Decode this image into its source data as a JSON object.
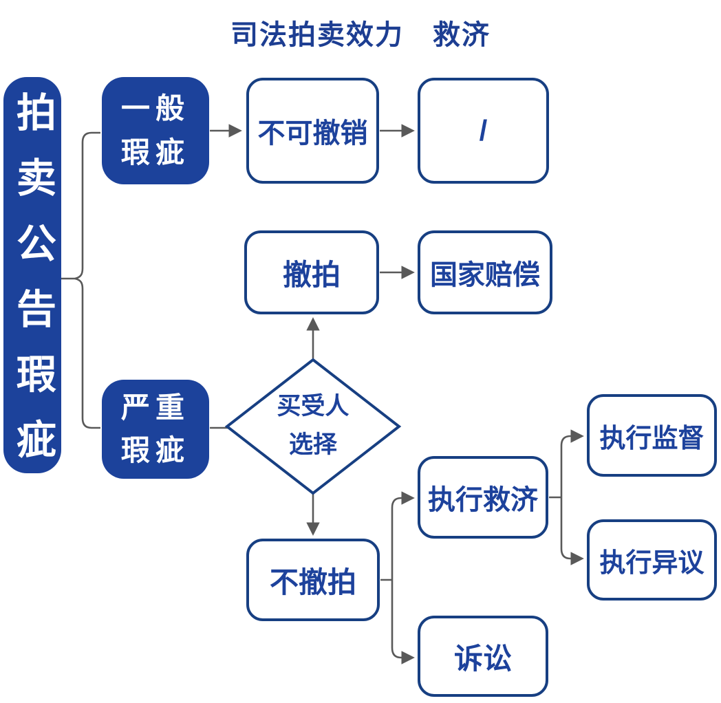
{
  "title": "司法拍卖效力　救济",
  "nodes": {
    "root": {
      "label": "拍卖公告瑕疵"
    },
    "general": {
      "line1": "一般",
      "line2": "瑕疵"
    },
    "severe": {
      "line1": "严重",
      "line2": "瑕疵"
    },
    "irrevocable": {
      "label": "不可撤销"
    },
    "slash": {
      "label": "/"
    },
    "withdraw": {
      "label": "撤拍"
    },
    "state_compensation": {
      "label": "国家赔偿"
    },
    "buyer_choice": {
      "line1": "买受人",
      "line2": "选择"
    },
    "no_withdraw": {
      "label": "不撤拍"
    },
    "execution_remedy": {
      "label": "执行救济"
    },
    "execution_supervision": {
      "label": "执行监督"
    },
    "execution_objection": {
      "label": "执行异议"
    },
    "litigation": {
      "label": "诉讼"
    }
  },
  "colors": {
    "node_fill": "#1c429b",
    "node_border": "#173f82",
    "text_blue": "#1d429c",
    "title_text": "#1d3e92",
    "line_gray": "#595959"
  }
}
